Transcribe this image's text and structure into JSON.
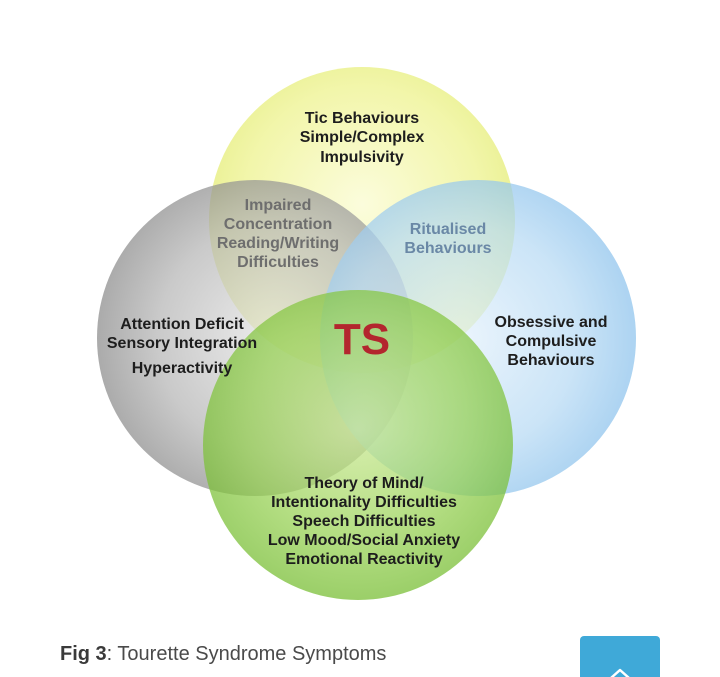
{
  "diagram": {
    "center_label": "TS",
    "top": [
      "Tic Behaviours",
      "Simple/Complex",
      "Impulsivity"
    ],
    "top_left_overlap": [
      "Impaired",
      "Concentration",
      "Reading/Writing",
      "Difficulties"
    ],
    "top_right_overlap": [
      "Ritualised",
      "Behaviours"
    ],
    "left": [
      "Attention Deficit",
      "Sensory Integration",
      "Hyperactivity"
    ],
    "right": [
      "Obsessive and",
      "Compulsive",
      "Behaviours"
    ],
    "bottom": [
      "Theory of Mind/",
      "Intentionality Difficulties",
      "Speech Difficulties",
      "Low Mood/Social Anxiety",
      "Emotional Reactivity"
    ],
    "colors": {
      "yellow": "#f2f5a8",
      "gray": "#9a9a9a",
      "blue": "#a9d2f2",
      "green": "#8ccc45",
      "ts": "#b3262e"
    }
  },
  "caption": {
    "prefix": "Fig 3",
    "text": ": Tourette Syndrome Symptoms"
  },
  "scroll_top_button": {
    "icon": "chevron-up-icon"
  }
}
